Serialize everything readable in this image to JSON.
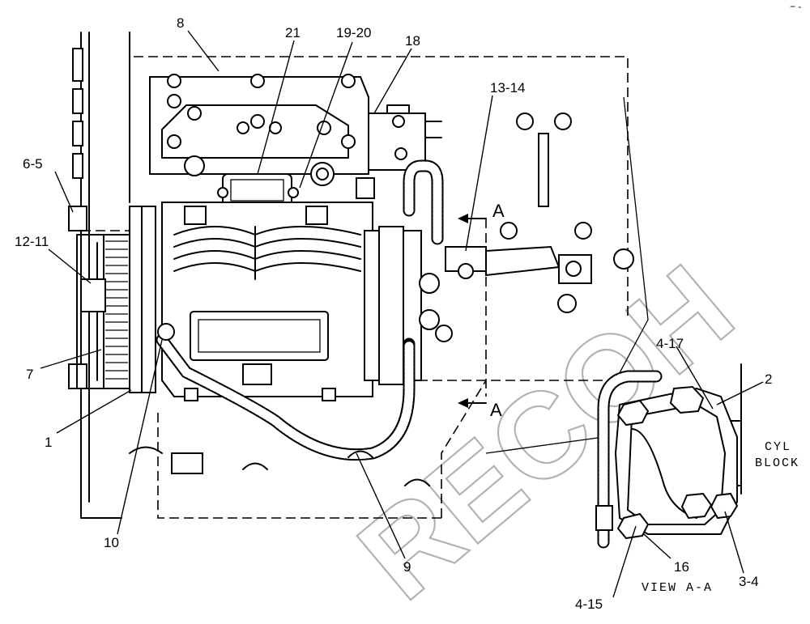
{
  "callouts": {
    "c8": "8",
    "c21": "21",
    "c19_20": "19-20",
    "c18": "18",
    "c13_14": "13-14",
    "c6_5": "6-5",
    "c12_11": "12-11",
    "c7": "7",
    "c1": "1",
    "c10": "10",
    "c9": "9",
    "c4_17": "4-17",
    "c2": "2",
    "c16": "16",
    "c4_15": "4-15",
    "c3_4": "3-4"
  },
  "section_marks": {
    "top": "A",
    "bottom": "A"
  },
  "view_caption": "VIEW A-A",
  "block_label": {
    "line1": "CYL",
    "line2": "BLOCK"
  },
  "watermark": "RECOH",
  "corner_mark": "− -"
}
